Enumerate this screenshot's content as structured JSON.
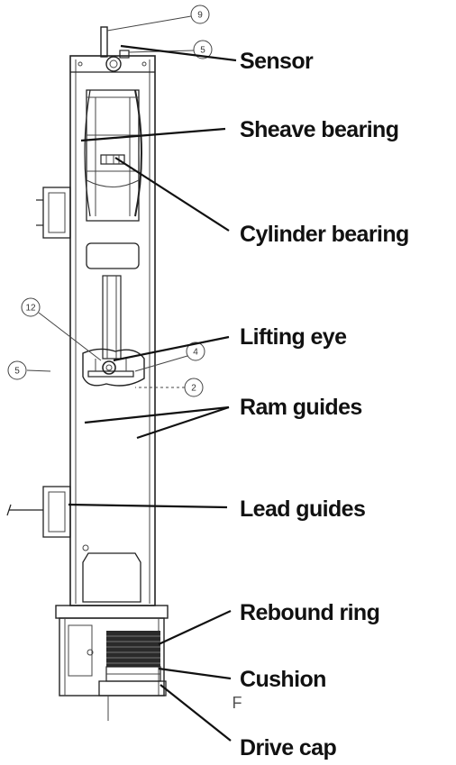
{
  "labels": {
    "sensor": "Sensor",
    "sheave_bearing": "Sheave bearing",
    "cylinder_bearing": "Cylinder bearing",
    "lifting_eye": "Lifting eye",
    "ram_guides": "Ram guides",
    "lead_guides": "Lead guides",
    "rebound_ring": "Rebound ring",
    "cushion": "Cushion",
    "drive_cap": "Drive cap"
  },
  "callouts": {
    "c9": "9",
    "c5_top": "5",
    "c12": "12",
    "c4": "4",
    "c2": "2",
    "c5_left": "5"
  },
  "marks": {
    "f_mark": "F"
  }
}
